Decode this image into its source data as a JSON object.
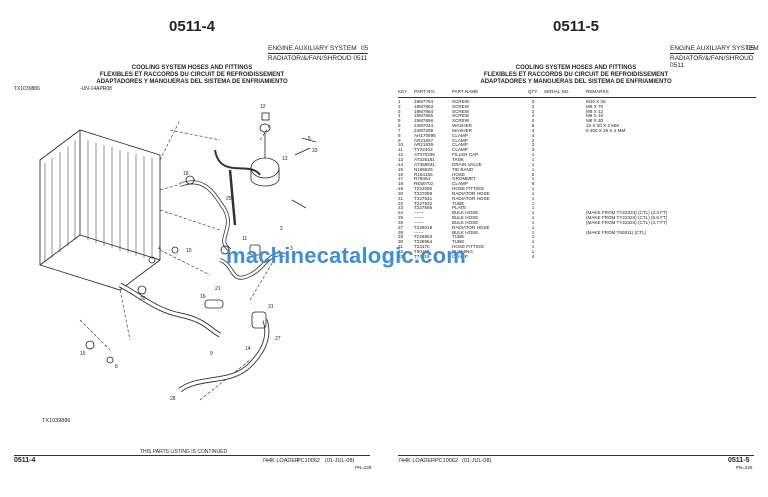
{
  "left_page": {
    "page_number": "0511-4",
    "system": "ENGINE AUXILIARY SYSTEM",
    "section": "05",
    "subtitle": "RADIATOR/&/FAN/SHROUD 0511",
    "headings": [
      "COOLING SYSTEM HOSES AND FITTINGS",
      "FLEXIBLES ET RACCORDS DU CIRCUIT DE REFROIDISSEMENT",
      "ADAPTADORES Y MANGUERAS DEL SISTEMA DE ENFRIAMIENTO"
    ],
    "illustration_ref": "TX1039886",
    "illustration_date": "-UN-14APR08",
    "illustration_ref_bottom": "TX1039886",
    "footer_page": "0511-4",
    "footer_note": "THIS PARTS LISTING IS CONTINUED",
    "footer_model": "744K LOADER",
    "footer_catalog": "PC10062",
    "footer_date": "(01-JUL-08)",
    "footer_pn": "PN=228"
  },
  "right_page": {
    "page_number": "0511-5",
    "system": "ENGINE AUXILIARY SYSTEM",
    "section": "05",
    "subtitle": "RADIATOR/&/FAN/SHROUD 0511",
    "headings": [
      "COOLING SYSTEM HOSES AND FITTINGS",
      "FLEXIBLES ET RACCORDS DU CIRCUIT DE REFROIDISSEMENT",
      "ADAPTADORES Y MANGUERAS DEL SISTEMA DE ENFRIAMIENTO"
    ],
    "columns": [
      "KEY",
      "PART NO.",
      "PART NAME",
      "QTY.",
      "SERIAL NO.",
      "REMARKS"
    ],
    "rows": [
      [
        "1",
        "19M7784",
        "SCREW",
        "3",
        "",
        "M10 X 25"
      ],
      [
        "2",
        "19M7803",
        "SCREW",
        "2",
        "",
        "M8 X 70"
      ],
      [
        "3",
        "19M7864",
        "SCREW",
        "2",
        "",
        "M8 X 12"
      ],
      [
        "4",
        "19M7865",
        "SCREW",
        "4",
        "",
        "M8 X 16"
      ],
      [
        "5",
        "19M7866",
        "SCREW",
        "2",
        "",
        "M8 X 20"
      ],
      [
        "6",
        "24M7044",
        "WASHER",
        "6",
        "",
        "13 X 20 X 2 MM"
      ],
      [
        "7",
        "24M7298",
        "WASHER",
        "4",
        "",
        "8.400 X 25 X 2 MM"
      ],
      [
        "8",
        "AH170895",
        "CLAMP",
        "4",
        "",
        ""
      ],
      [
        "9",
        "AR21837",
        "CLAMP",
        "2",
        "",
        ""
      ],
      [
        "10",
        "AR21839",
        "CLAMP",
        "2",
        "",
        ""
      ],
      [
        "11",
        "TY22402",
        "CLAMP",
        "3",
        "",
        ""
      ],
      [
        "12",
        "AT370335",
        "FILLER CAP",
        "1",
        "",
        ""
      ],
      [
        "13",
        "AT326151",
        "TANK",
        "1",
        "",
        ""
      ],
      [
        "14",
        "AT358831",
        "DRAIN VALVE",
        "1",
        "",
        ""
      ],
      [
        "15",
        "N185825",
        "TIE BAND",
        "1",
        "",
        ""
      ],
      [
        "16",
        "R164155",
        "HOSE",
        "5",
        "",
        ""
      ],
      [
        "17",
        "R78454",
        "GROMMET",
        "1",
        "",
        ""
      ],
      [
        "18",
        "RE50702",
        "CLAMP",
        "6",
        "",
        ""
      ],
      [
        "19",
        "T222060",
        "HOSE FITTING",
        "1",
        "",
        ""
      ],
      [
        "20",
        "T227089",
        "RADIATOR HOSE",
        "1",
        "",
        ""
      ],
      [
        "21",
        "T227531",
        "RADIATOR HOSE",
        "1",
        "",
        ""
      ],
      [
        "22",
        "T227532",
        "TUBE",
        "1",
        "",
        ""
      ],
      [
        "23",
        "T227585",
        "PLATE",
        "1",
        "",
        ""
      ],
      [
        "24",
        "------",
        "BULK HOSE",
        "1",
        "",
        "(MAKE FROM TY22324) (CTL) (2.3 FT)"
      ],
      [
        "25",
        "------",
        "BULK HOSE",
        "1",
        "",
        "(MAKE FROM TY22324) (CTL) (5.6 FT)"
      ],
      [
        "26",
        "------",
        "BULK HOSE",
        "1",
        "",
        "(MAKE FROM TY22324) (CTL) (3.7 FT)"
      ],
      [
        "27",
        "T228019",
        "RADIATOR HOSE",
        "1",
        "",
        ""
      ],
      [
        "28",
        "------",
        "BULK HOSE",
        "1",
        "",
        "(MAKE FROM T60811) (CTL)"
      ],
      [
        "29",
        "T228953",
        "TUBE",
        "1",
        "",
        ""
      ],
      [
        "30",
        "T228954",
        "TUBE",
        "1",
        "",
        ""
      ],
      [
        "31",
        "T23170",
        "HOSE FITTING",
        "1",
        "",
        ""
      ],
      [
        "32",
        "T50153",
        "BUSHING",
        "1",
        "",
        ""
      ],
      [
        "33",
        "T74416",
        "CLAMP",
        "4",
        "",
        ""
      ]
    ],
    "footer_model": "744K LOADER",
    "footer_catalog": "PC10062",
    "footer_date": "(01-JUL-08)",
    "footer_page": "0511-5",
    "footer_pn": "PN=229"
  },
  "watermark": "machinecatalogic.com"
}
